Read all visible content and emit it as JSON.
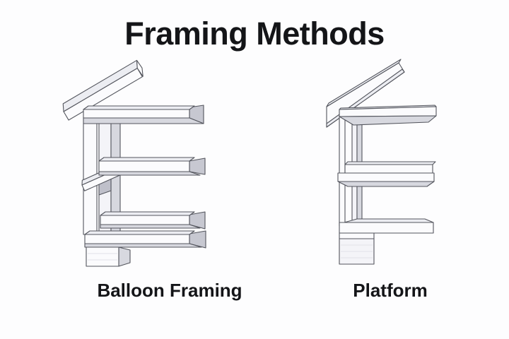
{
  "title": "Framing Methods",
  "diagrams": [
    {
      "id": "balloon",
      "label": "Balloon Framing",
      "parts": [
        "rafter-icon",
        "top-plate-icon",
        "continuous-stud-icon",
        "floor-joist-icon",
        "ribbon-brace-icon",
        "sill-icon",
        "foundation-icon"
      ]
    },
    {
      "id": "platform",
      "label": "Platform",
      "parts": [
        "rafter-icon",
        "top-plate-icon",
        "story-stud-icon",
        "floor-platform-icon",
        "sill-icon",
        "foundation-icon"
      ]
    }
  ],
  "colors": {
    "background": "#fdfdfe",
    "line_ink": "#53555d",
    "lumber_face": "#fbfbfd",
    "lumber_top": "#ecedf2",
    "lumber_shade": "#d7d8df",
    "lumber_end_cap": "#c7c8d1",
    "text": "#141518"
  }
}
